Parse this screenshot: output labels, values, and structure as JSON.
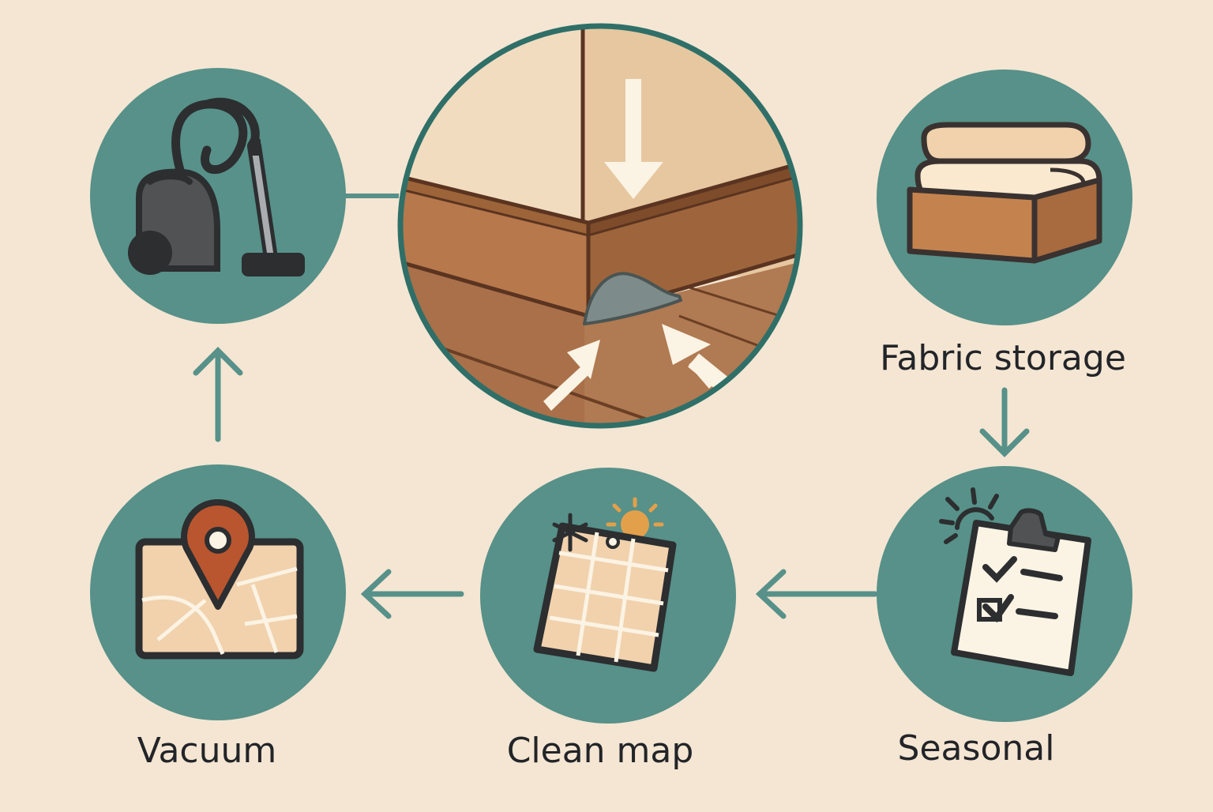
{
  "labels": {
    "fabric_storage": "Fabric storage",
    "seasonal": "Seasonal",
    "clean_map": "Clean map",
    "vacuum": "Vacuum"
  },
  "colors": {
    "background": "#f4e6d3",
    "teal": "#579189",
    "dark": "#2c2e30",
    "wood": "#b77a4e",
    "cream": "#fbf3e4",
    "pin": "#b9552f",
    "sun": "#e3a04a"
  },
  "icons": {
    "vacuum": "vacuum-cleaner-icon",
    "corner": "baseboard-corner-icon",
    "storage": "fabric-storage-box-icon",
    "map": "map-pin-icon",
    "calendar": "seasonal-calendar-icon",
    "clipboard": "checklist-clipboard-icon"
  }
}
